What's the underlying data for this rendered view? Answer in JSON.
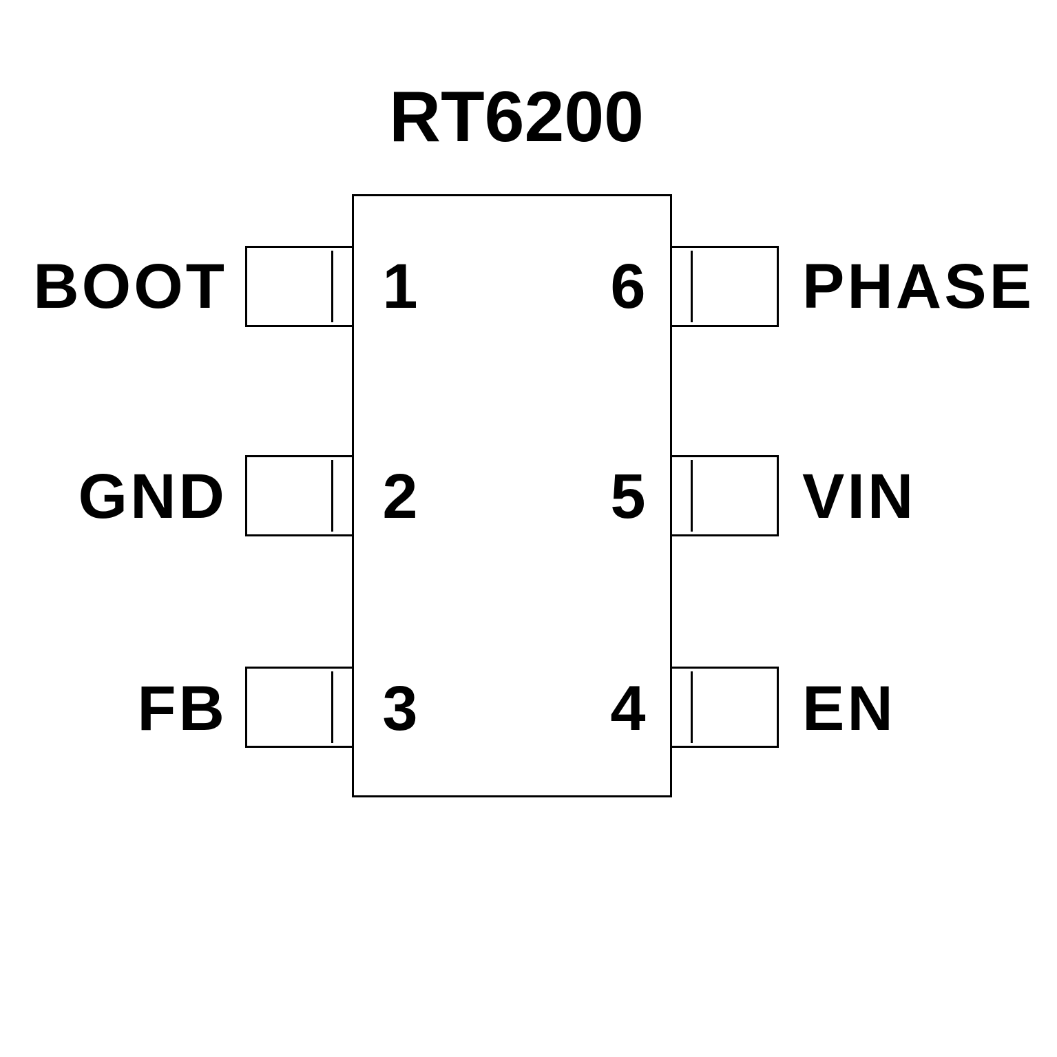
{
  "diagram": {
    "title": "RT6200",
    "pins": {
      "left": [
        {
          "number": "1",
          "name": "BOOT"
        },
        {
          "number": "2",
          "name": "GND"
        },
        {
          "number": "3",
          "name": "FB"
        }
      ],
      "right": [
        {
          "number": "6",
          "name": "PHASE"
        },
        {
          "number": "5",
          "name": "VIN"
        },
        {
          "number": "4",
          "name": "EN"
        }
      ]
    },
    "colors": {
      "stroke": "#000000",
      "background": "#ffffff"
    }
  }
}
